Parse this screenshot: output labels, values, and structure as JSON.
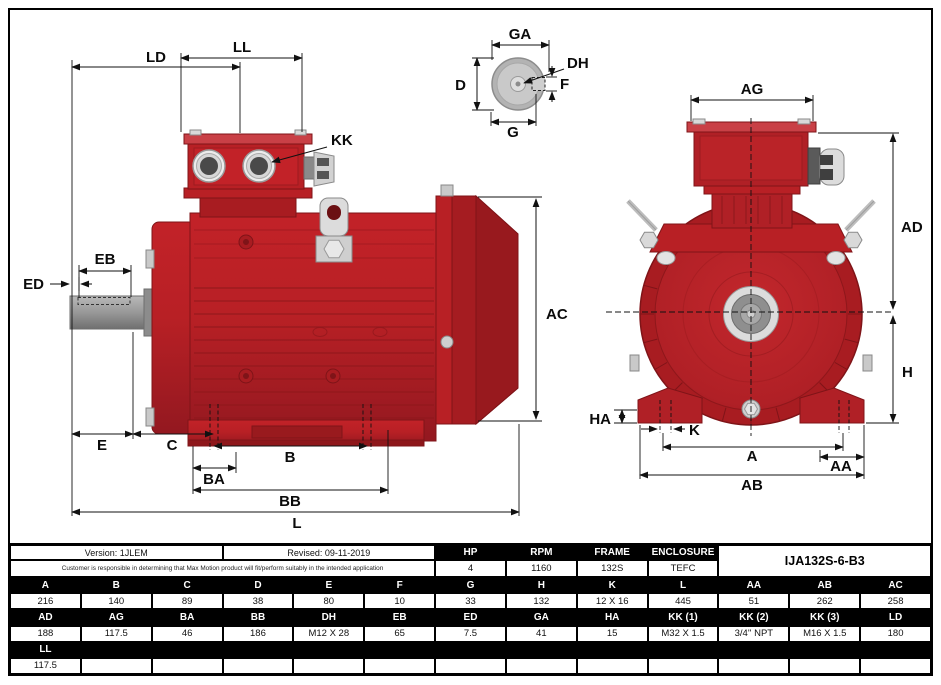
{
  "drawing": {
    "labels": {
      "ld": "LD",
      "ll": "LL",
      "kk": "KK",
      "eb": "EB",
      "ed": "ED",
      "ac": "AC",
      "e": "E",
      "c": "C",
      "b": "B",
      "ba": "BA",
      "bb": "BB",
      "l": "L",
      "ga": "GA",
      "d": "D",
      "g": "G",
      "dh": "DH",
      "f": "F",
      "ag": "AG",
      "ad": "AD",
      "h": "H",
      "ha": "HA",
      "k": "K",
      "a": "A",
      "aa": "AA",
      "ab": "AB"
    },
    "colors": {
      "motor_red": "#b82025",
      "motor_red_dark": "#7f1418",
      "motor_red_mid": "#a81c21",
      "motor_red_light": "#c94046",
      "fan_cover_red": "#98191e",
      "metal_gray": "#c9c9c9",
      "shaft_gray": "#9a9a9a",
      "dim_line": "#111111"
    }
  },
  "table": {
    "version_label": "Version: 1JLEM",
    "revised_label": "Revised: 09-11-2019",
    "disclaimer": "Customer is responsible in determining that Max Motion product will fit/perform suitably in the intended application",
    "part_number": "IJA132S-6-B3",
    "spec_headers": [
      "HP",
      "RPM",
      "FRAME",
      "ENCLOSURE"
    ],
    "spec_values": [
      "4",
      "1160",
      "132S",
      "TEFC"
    ],
    "dim_headers_row1": [
      "A",
      "B",
      "C",
      "D",
      "E",
      "F",
      "G",
      "H",
      "K",
      "L",
      "AA",
      "AB",
      "AC"
    ],
    "dim_values_row1": [
      "216",
      "140",
      "89",
      "38",
      "80",
      "10",
      "33",
      "132",
      "12 X 16",
      "445",
      "51",
      "262",
      "258"
    ],
    "dim_headers_row2": [
      "AD",
      "AG",
      "BA",
      "BB",
      "DH",
      "EB",
      "ED",
      "GA",
      "HA",
      "KK (1)",
      "KK (2)",
      "KK (3)",
      "LD"
    ],
    "dim_values_row2": [
      "188",
      "117.5",
      "46",
      "186",
      "M12 X 28",
      "65",
      "7.5",
      "41",
      "15",
      "M32 X 1.5",
      "3/4'' NPT",
      "M16 X 1.5",
      "180"
    ],
    "dim_headers_row3": [
      "LL",
      "",
      "",
      "",
      "",
      "",
      "",
      "",
      "",
      "",
      "",
      "",
      ""
    ],
    "dim_values_row3": [
      "117.5",
      "",
      "",
      "",
      "",
      "",
      "",
      "",
      "",
      "",
      "",
      "",
      ""
    ]
  }
}
